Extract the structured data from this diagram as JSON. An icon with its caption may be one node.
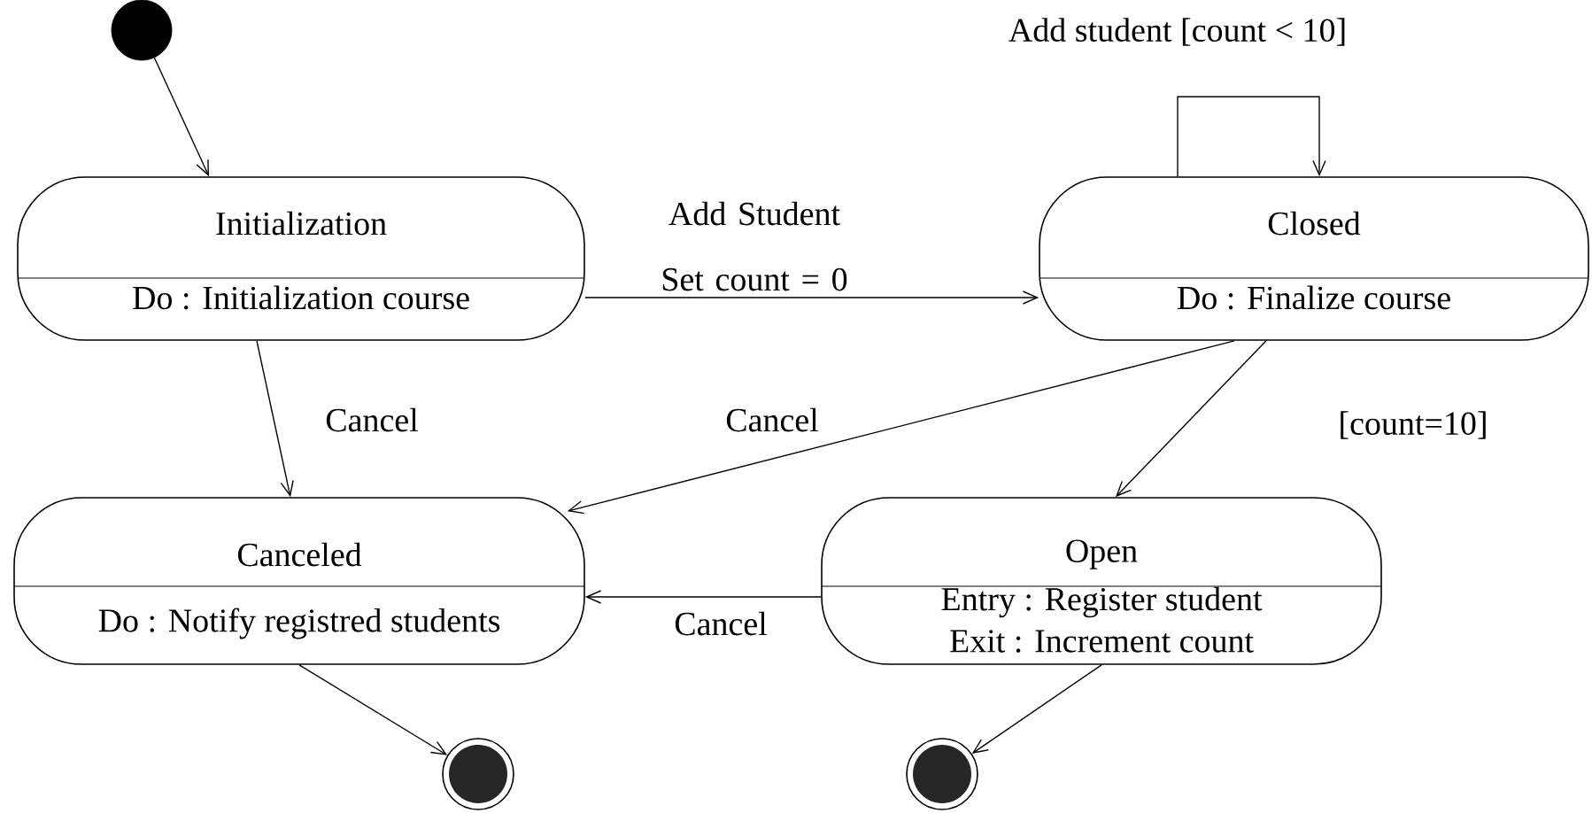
{
  "diagram": {
    "nodes": [
      {
        "text": [],
        "shape": "circle"
      },
      {
        "text": [
          "Initialization",
          "Do : Initialization course"
        ]
      },
      {
        "text": [
          "Closed",
          "Do : Finalize course"
        ]
      },
      {
        "text": [
          "Canceled",
          "Do : Notify registred students"
        ]
      },
      {
        "text": [
          "Open",
          "Entry : Register student",
          "Exit : Increment count"
        ]
      },
      {
        "text": [],
        "shape": "circle"
      },
      {
        "text": [],
        "shape": "circle"
      }
    ],
    "edges": [
      {
        "from": 0,
        "to": 1,
        "arrow": "to"
      },
      {
        "from": 1,
        "to": 2,
        "arrow": "to",
        "label": "Add Student Set count = 0"
      },
      {
        "from": 2,
        "to": 2,
        "arrow": "to",
        "label": "Add student [count < 10]"
      },
      {
        "from": 1,
        "to": 3,
        "arrow": "to",
        "label": "Cancel"
      },
      {
        "from": 2,
        "to": 3,
        "arrow": "to",
        "label": "Cancel"
      },
      {
        "from": 2,
        "to": 4,
        "arrow": "to",
        "label": "[count=10]"
      },
      {
        "from": 4,
        "to": 3,
        "arrow": "to",
        "label": "Cancel"
      },
      {
        "from": 3,
        "to": 5,
        "arrow": "to"
      },
      {
        "from": 4,
        "to": 6,
        "arrow": "to"
      }
    ]
  }
}
